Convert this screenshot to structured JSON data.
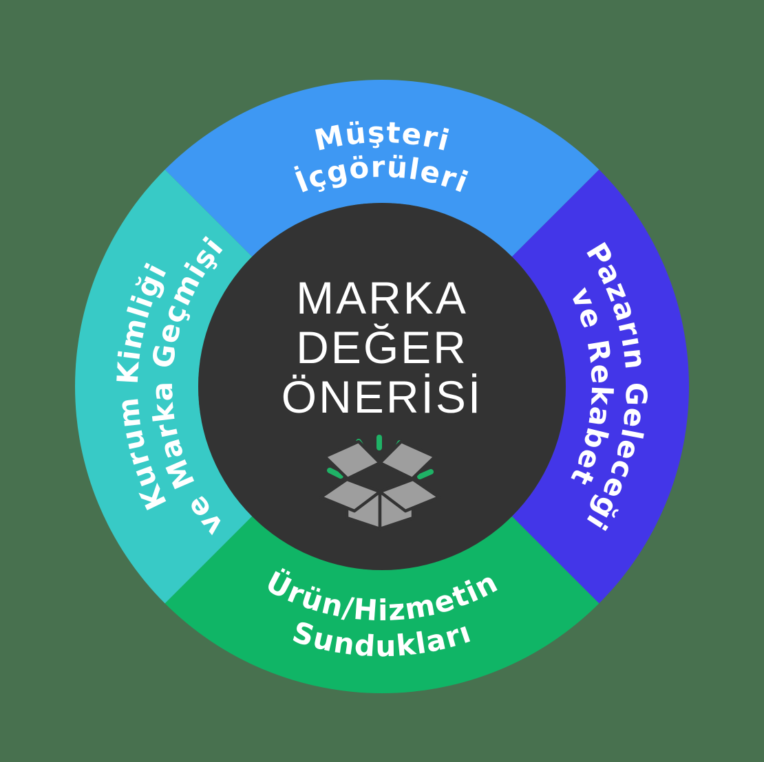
{
  "diagram": {
    "type": "circular-segmented-wheel",
    "center": {
      "lines": [
        "MARKA",
        "DEĞER",
        "ÖNERİSİ"
      ],
      "full_text": "MARKA DEĞER ÖNERİSİ",
      "icon": "open-box-with-rays-icon"
    },
    "segments": [
      {
        "id": "musteri-icgoruleri",
        "position": "top",
        "label": "Müşteri İçgörüleri",
        "lines": [
          "Müşteri",
          "İçgörüleri"
        ],
        "color": "#3E98F3"
      },
      {
        "id": "pazarin-gelecegi-ve-rekabet",
        "position": "right",
        "label": "Pazarın Geleceği ve Rekabet",
        "lines": [
          "Pazarın Geleceği",
          "ve Rekabet"
        ],
        "color": "#4336E8"
      },
      {
        "id": "urun-hizmetin-sunduklari",
        "position": "bottom",
        "label": "Ürün/Hizmetin Sundukları",
        "lines": [
          "Ürün/Hizmetin",
          "Sundukları"
        ],
        "color": "#10B566"
      },
      {
        "id": "kurum-kimligi-ve-marka-gecmisi",
        "position": "left",
        "label": "Kurum Kimliği ve Marka Geçmişi",
        "lines": [
          "Kurum Kimliği",
          "ve Marka Geçmişi"
        ],
        "color": "#38CAC6"
      }
    ]
  },
  "colors": {
    "background": "#48714F",
    "inner_circle": "#333333",
    "label_text": "#ffffff",
    "box_gray": "#9E9E9E",
    "box_outline": "#333333",
    "ray_green": "#1FB266"
  }
}
